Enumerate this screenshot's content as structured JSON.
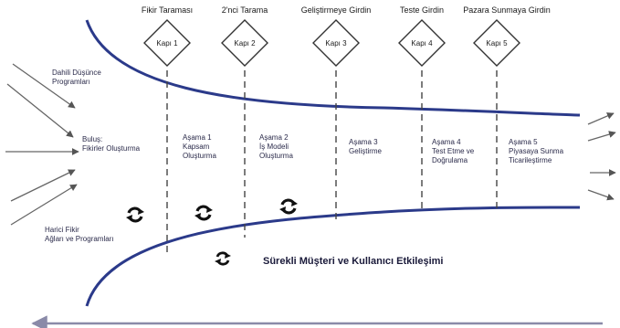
{
  "gates": [
    {
      "top": "Fikir Taraması",
      "box": "Kapı 1"
    },
    {
      "top": "2'nci Tarama",
      "box": "Kapı 2"
    },
    {
      "top": "Geliştirmeye Girdin",
      "box": "Kapı 3"
    },
    {
      "top": "Teste Girdin",
      "box": "Kapı 4"
    },
    {
      "top": "Pazara Sunmaya Girdin",
      "box": "Kapı 5"
    }
  ],
  "stages": [
    {
      "lines": [
        "Buluş:",
        "Fikirler Oluşturma"
      ]
    },
    {
      "lines": [
        "Aşama 1",
        "Kapsam",
        "Oluşturma"
      ]
    },
    {
      "lines": [
        "Aşama 2",
        "İş Modeli",
        "Oluşturma"
      ]
    },
    {
      "lines": [
        "Aşama 3",
        "Geliştirme"
      ]
    },
    {
      "lines": [
        "Aşama 4",
        "Test Etme ve",
        "Doğrulama"
      ]
    },
    {
      "lines": [
        "Aşama 5",
        "Piyasaya Sunma",
        "Ticarileştirme"
      ]
    }
  ],
  "inputs": {
    "top": [
      "Dahili Düşünce",
      "Programları"
    ],
    "bottom": [
      "Harici Fikir",
      "Ağları ve Programları"
    ]
  },
  "caption": "Sürekli Müşteri ve Kullanıcı Etkileşimi",
  "icons": [
    "cycle-icon",
    "arrow-icon"
  ],
  "colors": {
    "funnel": "#2b3a8a",
    "arrows": "#666666",
    "text": "#1a1a1a"
  }
}
